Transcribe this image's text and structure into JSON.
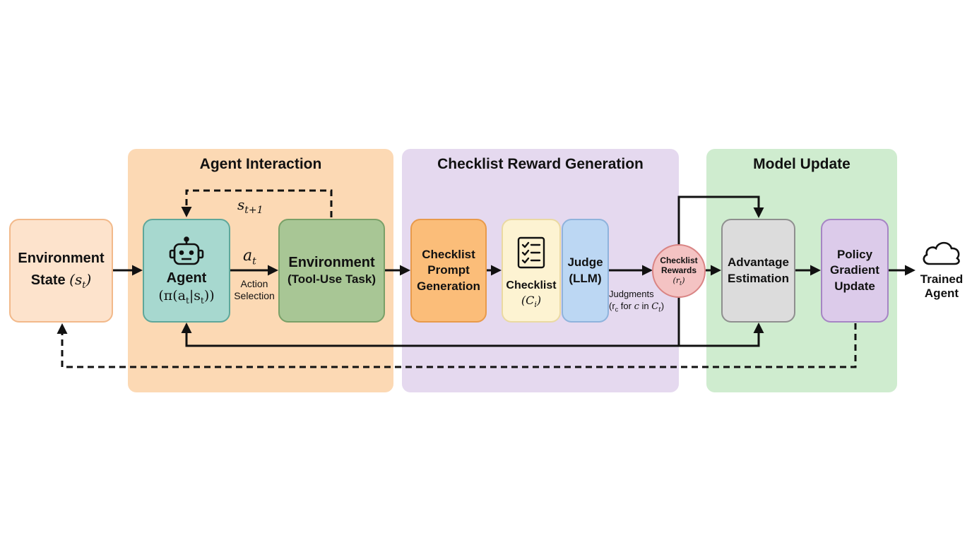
{
  "panels": {
    "agent_interaction": "Agent Interaction",
    "checklist_reward": "Checklist Reward Generation",
    "model_update": "Model Update"
  },
  "nodes": {
    "env_state": {
      "line1": "Environment",
      "line2": "State",
      "math": "(s",
      "sub": "t",
      "close": ")"
    },
    "agent": {
      "title": "Agent",
      "formula": "(π(a",
      "a_sub": "t",
      "bar": "|s",
      "s_sub": "t",
      "close": "))"
    },
    "environment": {
      "line1": "Environment",
      "line2": "(Tool-Use Task)"
    },
    "checklist_prompt": {
      "line1": "Checklist",
      "line2": "Prompt",
      "line3": "Generation"
    },
    "checklist": {
      "title": "Checklist",
      "math": "(C",
      "sub": "i",
      "close": ")"
    },
    "judge": {
      "line1": "Judge",
      "line2": "(LLM)"
    },
    "checklist_rewards": {
      "line1": "Checklist",
      "line2": "Rewards",
      "math": "(r",
      "sub": "t",
      "close": ")"
    },
    "advantage": {
      "line1": "Advantage",
      "line2": "Estimation"
    },
    "policy": {
      "line1": "Policy",
      "line2": "Gradient",
      "line3": "Update"
    },
    "trained_agent": {
      "line1": "Trained",
      "line2": "Agent"
    }
  },
  "edge_labels": {
    "next_state": {
      "base": "s",
      "sub": "t+1"
    },
    "action": {
      "base": "a",
      "sub": "t"
    },
    "action_selection": {
      "line1": "Action",
      "line2": "Selection"
    },
    "judgments": {
      "line1": "Judgments",
      "line2_open": "(r",
      "line2_sub": "c",
      "line2_mid": " for ",
      "line2_var": "c",
      "line2_in": " in ",
      "line2_set": "C",
      "line2_set_sub": "t",
      "line2_close": ")"
    }
  },
  "icons": [
    "robot-icon",
    "checklist-icon",
    "cloud-icon"
  ],
  "colors": {
    "agent_panel": "#fcd9b4",
    "checklist_panel": "#e5d9ef",
    "update_panel": "#cfeccf",
    "env_state_fill": "#fde3cc",
    "agent_fill": "#a7d8cf",
    "environment_fill": "#a8c695",
    "prompt_fill": "#fbbd79",
    "checklist_fill": "#fdf3d2",
    "judge_fill": "#bcd7f3",
    "rewards_fill": "#f4c3c3",
    "advantage_fill": "#dcdcdc",
    "policy_fill": "#dccbea"
  }
}
